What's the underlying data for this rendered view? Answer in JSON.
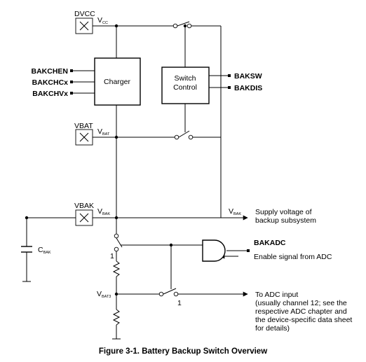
{
  "figure": {
    "caption": "Figure 3-1. Battery Backup Switch Overview"
  },
  "pins": {
    "dvcc": "DVCC",
    "vbat": "VBAT",
    "vbak": "VBAK"
  },
  "net_labels": {
    "vcc_main": "V",
    "vcc_sub": "CC",
    "vbat_main": "V",
    "vbat_sub": "BAT",
    "vbak_main": "V",
    "vbak_sub": "BAK",
    "vbak_right_main": "V",
    "vbak_right_sub": "BAK",
    "vbat3_main": "V",
    "vbat3_sub": "BAT3",
    "cbak_main": "C",
    "cbak_sub": "BAK"
  },
  "blocks": {
    "charger": "Charger",
    "switch_control_line1": "Switch",
    "switch_control_line2": "Control"
  },
  "signals": {
    "bakchen": "BAKCHEN",
    "bakchcx": "BAKCHCx",
    "bakchvx": "BAKCHVx",
    "baksw": "BAKSW",
    "bakdis": "BAKDIS",
    "bakadc": "BAKADC"
  },
  "descriptions": {
    "supply_line1": "Supply voltage of",
    "supply_line2": "backup subsystem",
    "enable_adc": "Enable signal from ADC",
    "adc_line1": "To ADC input",
    "adc_line2": "(usually channel 12; see the",
    "adc_line3": "respective ADC chapter and",
    "adc_line4": "the device-specific data sheet",
    "adc_line5": "for details)"
  },
  "switch_positions": {
    "mux_pos": "1",
    "adc_pos": "1"
  }
}
